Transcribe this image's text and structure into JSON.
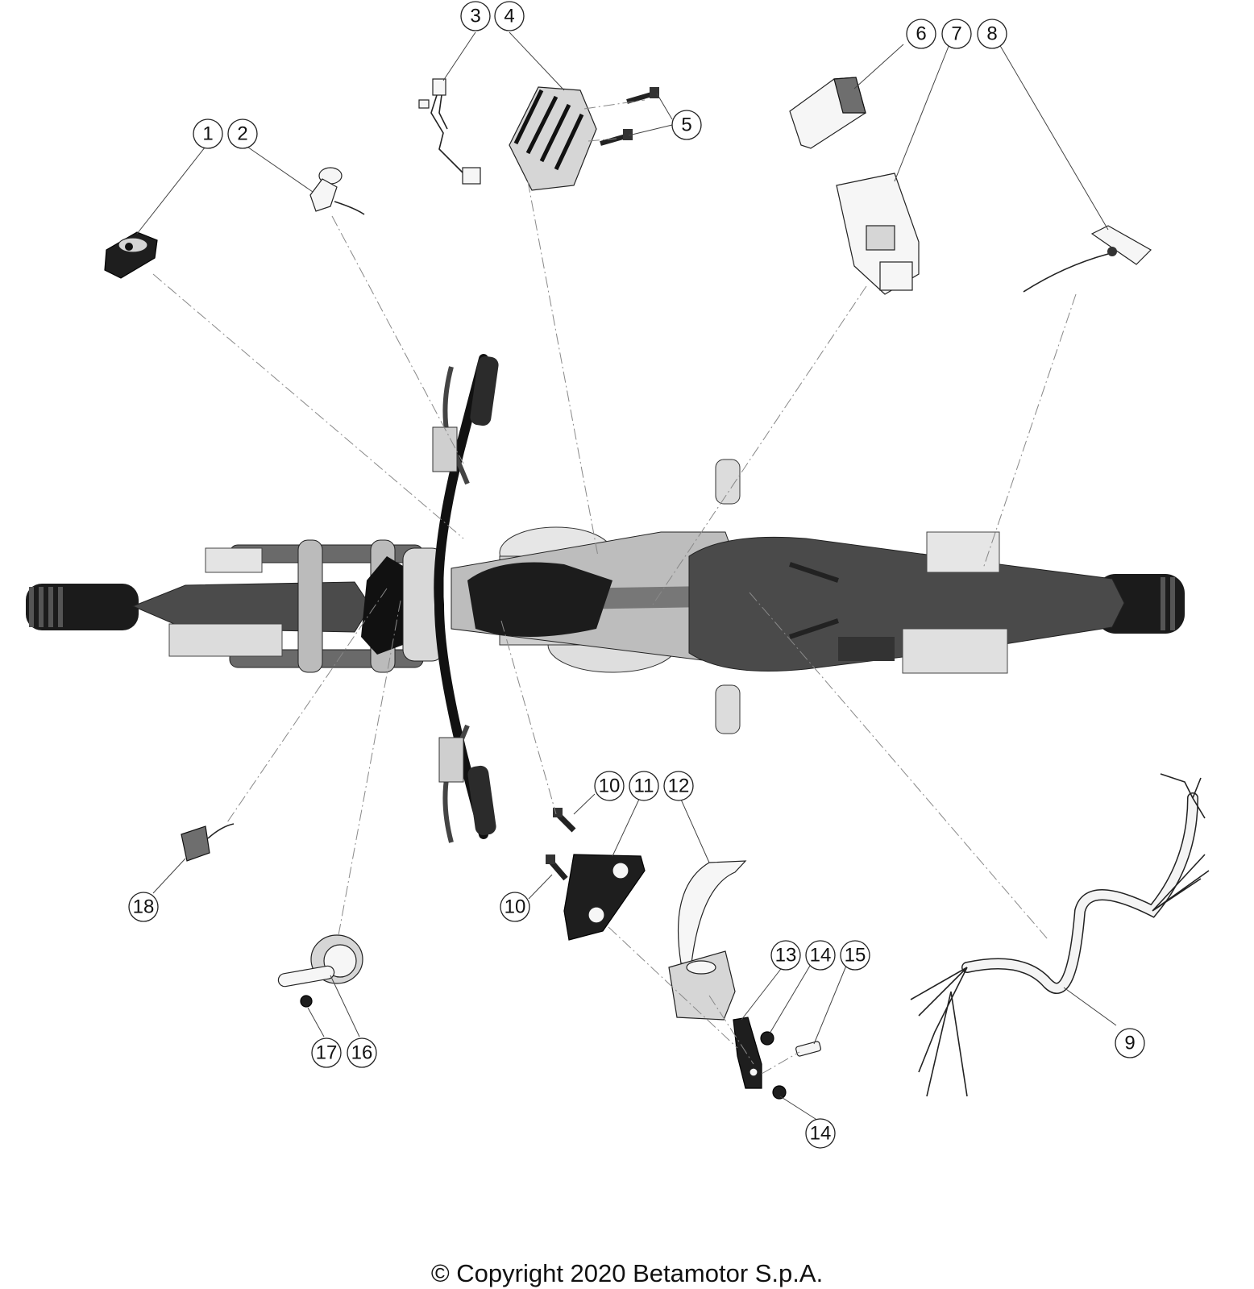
{
  "callouts": [
    {
      "id": "c1",
      "label": "1"
    },
    {
      "id": "c2",
      "label": "2"
    },
    {
      "id": "c3",
      "label": "3"
    },
    {
      "id": "c4",
      "label": "4"
    },
    {
      "id": "c5",
      "label": "5"
    },
    {
      "id": "c6",
      "label": "6"
    },
    {
      "id": "c7",
      "label": "7"
    },
    {
      "id": "c8",
      "label": "8"
    },
    {
      "id": "c9",
      "label": "9"
    },
    {
      "id": "c10a",
      "label": "10"
    },
    {
      "id": "c11",
      "label": "11"
    },
    {
      "id": "c12",
      "label": "12"
    },
    {
      "id": "c10b",
      "label": "10"
    },
    {
      "id": "c13",
      "label": "13"
    },
    {
      "id": "c14a",
      "label": "14"
    },
    {
      "id": "c15",
      "label": "15"
    },
    {
      "id": "c14b",
      "label": "14"
    },
    {
      "id": "c16",
      "label": "16"
    },
    {
      "id": "c17",
      "label": "17"
    },
    {
      "id": "c18",
      "label": "18"
    }
  ],
  "footer": {
    "copyright": "© Copyright 2020 Betamotor S.p.A."
  }
}
